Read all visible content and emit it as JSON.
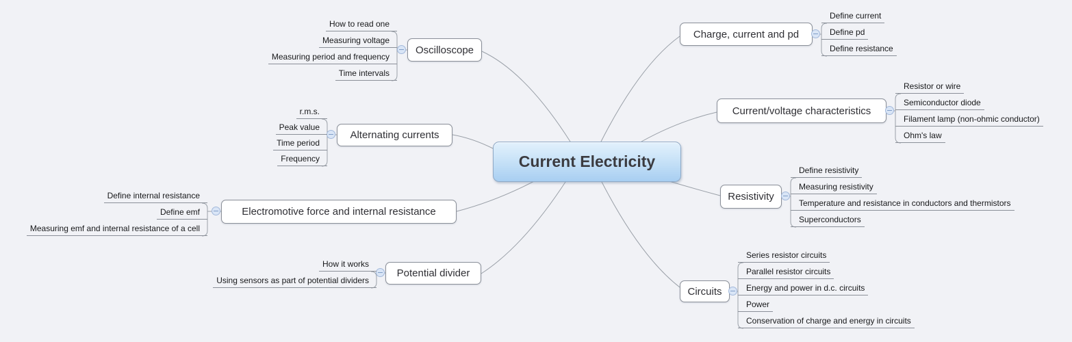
{
  "canvas": {
    "background": "#f1f2f6",
    "line_color": "#9aa0a8"
  },
  "root": {
    "label": "Current Electricity",
    "fill_top": "#e3f1fc",
    "fill_bottom": "#a8cef1",
    "border_color": "#8fa9c6"
  },
  "branches": [
    {
      "label": "Oscilloscope",
      "side": "left",
      "children": [
        "How to read one",
        "Measuring voltage",
        "Measuring period and frequency",
        "Time intervals"
      ]
    },
    {
      "label": "Alternating currents",
      "side": "left",
      "children": [
        "r.m.s.",
        "Peak value",
        "Time period",
        "Frequency"
      ]
    },
    {
      "label": "Electromotive force and internal resistance",
      "side": "left",
      "children": [
        "Define internal resistance",
        "Define emf",
        "Measuring emf and internal resistance of a cell"
      ]
    },
    {
      "label": "Potential divider",
      "side": "left",
      "children": [
        "How it works",
        "Using sensors as part of potential dividers"
      ]
    },
    {
      "label": "Charge, current and pd",
      "side": "right",
      "children": [
        "Define current",
        "Define pd",
        "Define resistance"
      ]
    },
    {
      "label": "Current/voltage characteristics",
      "side": "right",
      "children": [
        "Resistor or wire",
        "Semiconductor diode",
        "Filament lamp (non-ohmic conductor)",
        "Ohm's law"
      ]
    },
    {
      "label": "Resistivity",
      "side": "right",
      "children": [
        "Define resistivity",
        "Measuring resistivity",
        "Temperature and resistance in conductors and thermistors",
        "Superconductors"
      ]
    },
    {
      "label": "Circuits",
      "side": "right",
      "children": [
        "Series resistor circuits",
        "Parallel resistor circuits",
        "Energy and power in d.c. circuits",
        "Power",
        "Conservation of charge and energy in circuits"
      ]
    }
  ]
}
